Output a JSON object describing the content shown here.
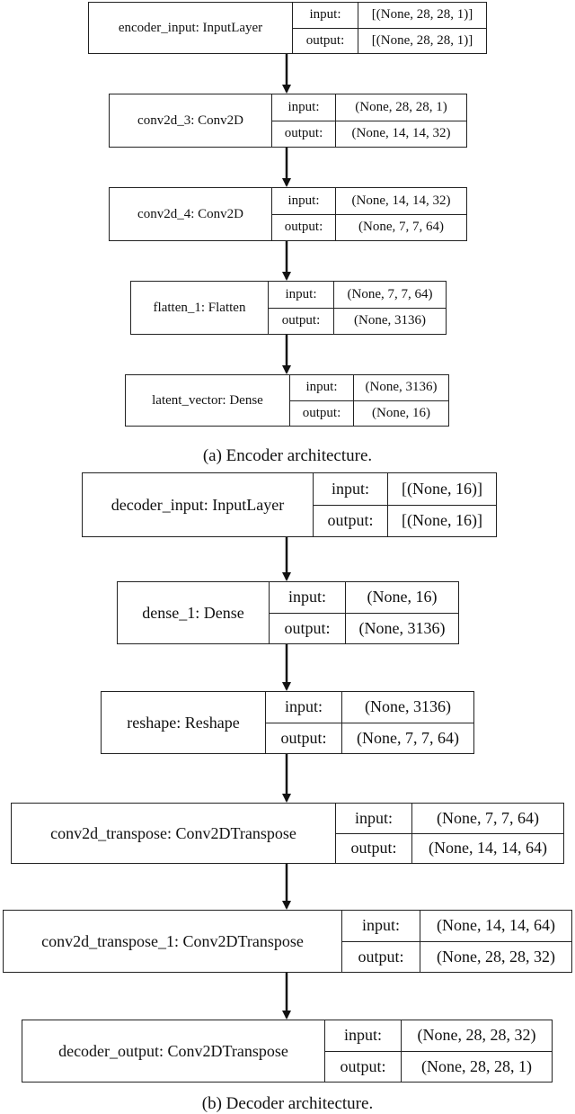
{
  "encoder": {
    "caption": "(a) Encoder architecture.",
    "nodes": [
      {
        "name": "encoder_input: InputLayer",
        "in_label": "input:",
        "in": "[(None, 28, 28, 1)]",
        "out_label": "output:",
        "out": "[(None, 28, 28, 1)]"
      },
      {
        "name": "conv2d_3: Conv2D",
        "in_label": "input:",
        "in": "(None, 28, 28, 1)",
        "out_label": "output:",
        "out": "(None, 14, 14, 32)"
      },
      {
        "name": "conv2d_4: Conv2D",
        "in_label": "input:",
        "in": "(None, 14, 14, 32)",
        "out_label": "output:",
        "out": "(None, 7, 7, 64)"
      },
      {
        "name": "flatten_1: Flatten",
        "in_label": "input:",
        "in": "(None, 7, 7, 64)",
        "out_label": "output:",
        "out": "(None, 3136)"
      },
      {
        "name": "latent_vector: Dense",
        "in_label": "input:",
        "in": "(None, 3136)",
        "out_label": "output:",
        "out": "(None, 16)"
      }
    ]
  },
  "decoder": {
    "caption": "(b) Decoder architecture.",
    "nodes": [
      {
        "name": "decoder_input: InputLayer",
        "in_label": "input:",
        "in": "[(None, 16)]",
        "out_label": "output:",
        "out": "[(None, 16)]"
      },
      {
        "name": "dense_1: Dense",
        "in_label": "input:",
        "in": "(None, 16)",
        "out_label": "output:",
        "out": "(None, 3136)"
      },
      {
        "name": "reshape: Reshape",
        "in_label": "input:",
        "in": "(None, 3136)",
        "out_label": "output:",
        "out": "(None, 7, 7, 64)"
      },
      {
        "name": "conv2d_transpose: Conv2DTranspose",
        "in_label": "input:",
        "in": "(None, 7, 7, 64)",
        "out_label": "output:",
        "out": "(None, 14, 14, 64)"
      },
      {
        "name": "conv2d_transpose_1: Conv2DTranspose",
        "in_label": "input:",
        "in": "(None, 14, 14, 64)",
        "out_label": "output:",
        "out": "(None, 28, 28, 32)"
      },
      {
        "name": "decoder_output: Conv2DTranspose",
        "in_label": "input:",
        "in": "(None, 28, 28, 32)",
        "out_label": "output:",
        "out": "(None, 28, 28, 1)"
      }
    ]
  }
}
